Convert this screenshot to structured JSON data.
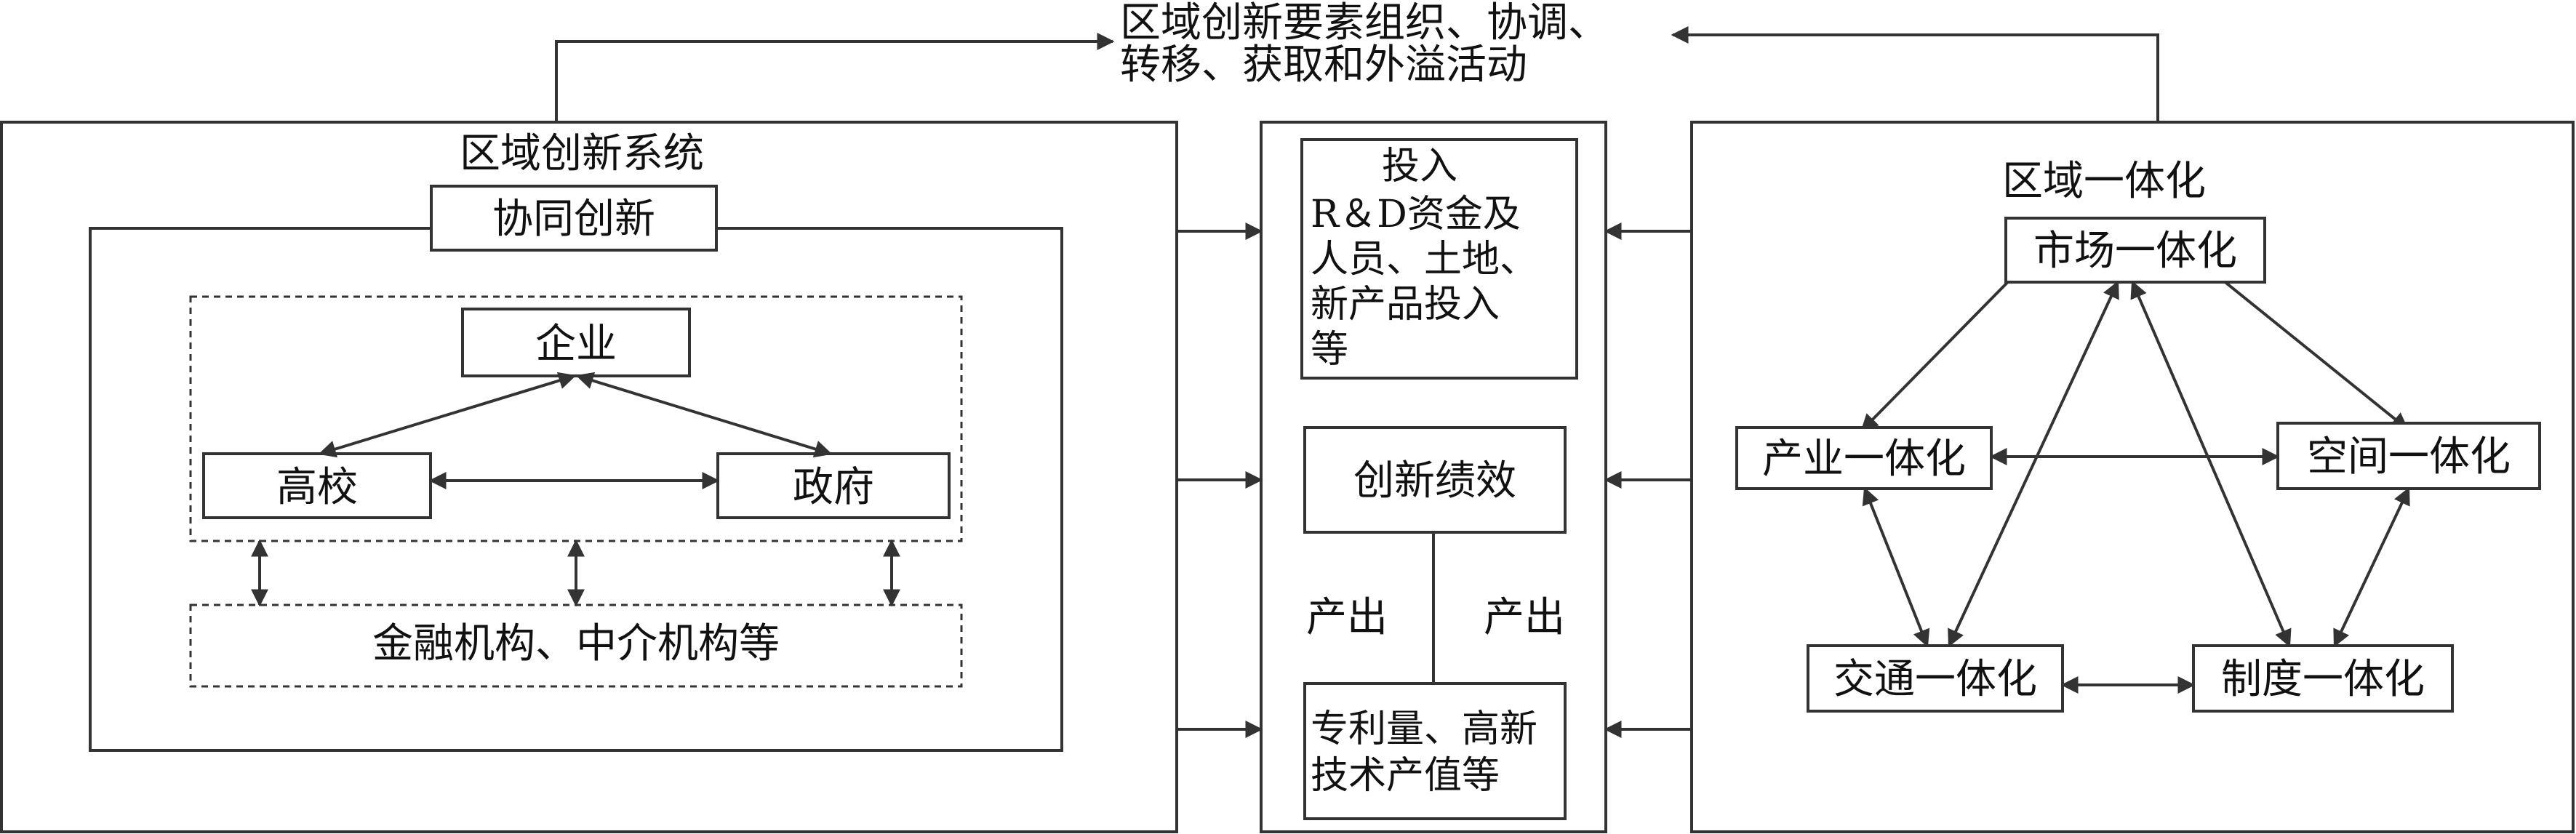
{
  "top": {
    "line1": "区域创新要素组织、协调、",
    "line2": "转移、获取和外溢活动"
  },
  "left": {
    "title": "区域创新系统",
    "coop": "协同创新",
    "enterprise": "企业",
    "university": "高校",
    "government": "政府",
    "finance": "金融机构、中介机构等"
  },
  "middle": {
    "input_lines": [
      "投入",
      "R＆D资金及",
      "人员、土地、",
      "新产品投入",
      "等"
    ],
    "performance": "创新绩效",
    "output_left": "产出",
    "output_right": "产出",
    "output_lines": [
      "专利量、高新",
      "技术产值等"
    ]
  },
  "right": {
    "title": "区域一体化",
    "market": "市场一体化",
    "industry": "产业一体化",
    "space": "空间一体化",
    "transport": "交通一体化",
    "institution": "制度一体化"
  }
}
